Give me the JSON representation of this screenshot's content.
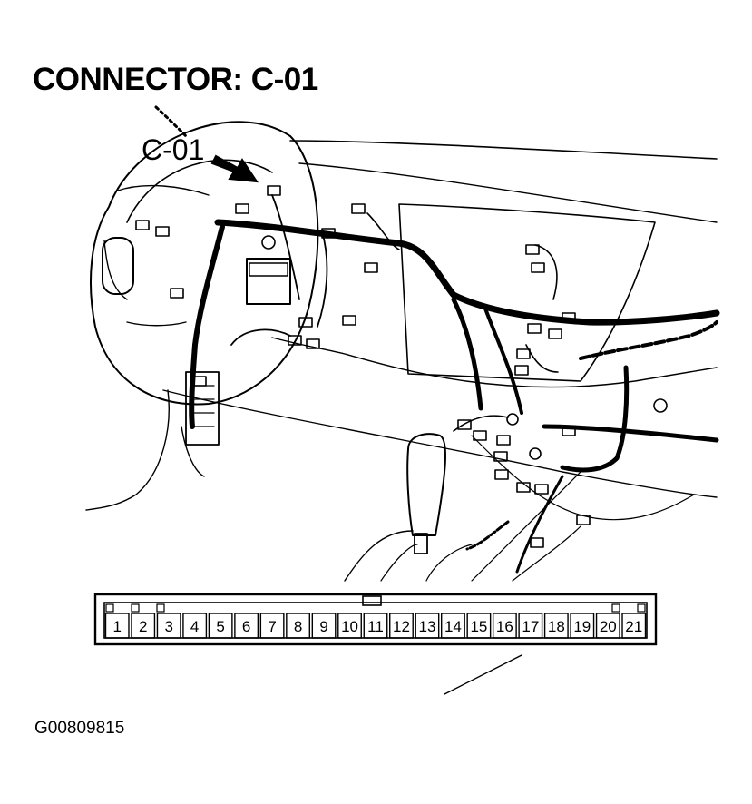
{
  "diagram": {
    "title": "CONNECTOR: C-01",
    "callout_label": "C-01",
    "figure_id": "G00809815"
  },
  "connector": {
    "name": "C-01",
    "pins": [
      "1",
      "2",
      "3",
      "4",
      "5",
      "6",
      "7",
      "8",
      "9",
      "10",
      "11",
      "12",
      "13",
      "14",
      "15",
      "16",
      "17",
      "18",
      "19",
      "20",
      "21"
    ]
  },
  "colors": {
    "ink": "#000000",
    "paper": "#ffffff"
  }
}
